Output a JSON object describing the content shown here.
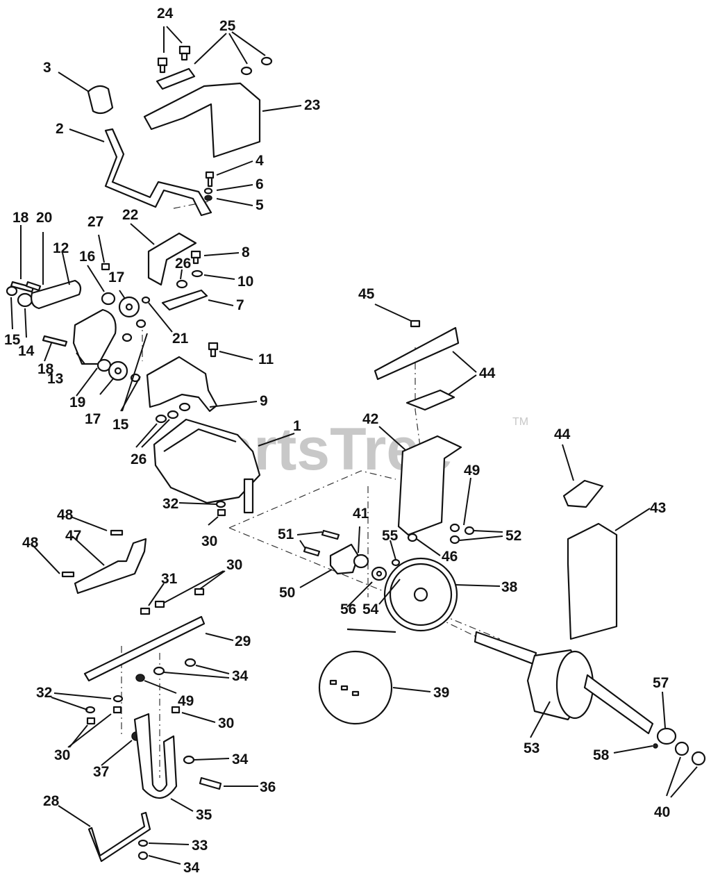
{
  "watermark": {
    "text": "PartsTree",
    "trademark": "TM"
  },
  "callout_labels": {
    "c1": "1",
    "c2": "2",
    "c3": "3",
    "c4": "4",
    "c5": "5",
    "c6": "6",
    "c7": "7",
    "c8": "8",
    "c9": "9",
    "c10": "10",
    "c11": "11",
    "c12": "12",
    "c13": "13",
    "c14": "14",
    "c15a": "15",
    "c15b": "15",
    "c16": "16",
    "c17a": "17",
    "c17b": "17",
    "c18a": "18",
    "c18b": "18",
    "c19": "19",
    "c20": "20",
    "c21": "21",
    "c22": "22",
    "c23": "23",
    "c24": "24",
    "c25": "25",
    "c26a": "26",
    "c26b": "26",
    "c27": "27",
    "c28": "28",
    "c29": "29",
    "c30a": "30",
    "c30b": "30",
    "c30c": "30",
    "c30d": "30",
    "c31": "31",
    "c32a": "32",
    "c32b": "32",
    "c33": "33",
    "c34a": "34",
    "c34b": "34",
    "c34c": "34",
    "c35": "35",
    "c36": "36",
    "c37": "37",
    "c38": "38",
    "c39": "39",
    "c40": "40",
    "c41": "41",
    "c42": "42",
    "c43": "43",
    "c44a": "44",
    "c44b": "44",
    "c45": "45",
    "c46": "46",
    "c47": "47",
    "c48a": "48",
    "c48b": "48",
    "c49a": "49",
    "c49b": "49",
    "c50": "50",
    "c51": "51",
    "c52": "52",
    "c53": "53",
    "c54": "54",
    "c55": "55",
    "c56": "56",
    "c57": "57",
    "c58": "58"
  }
}
